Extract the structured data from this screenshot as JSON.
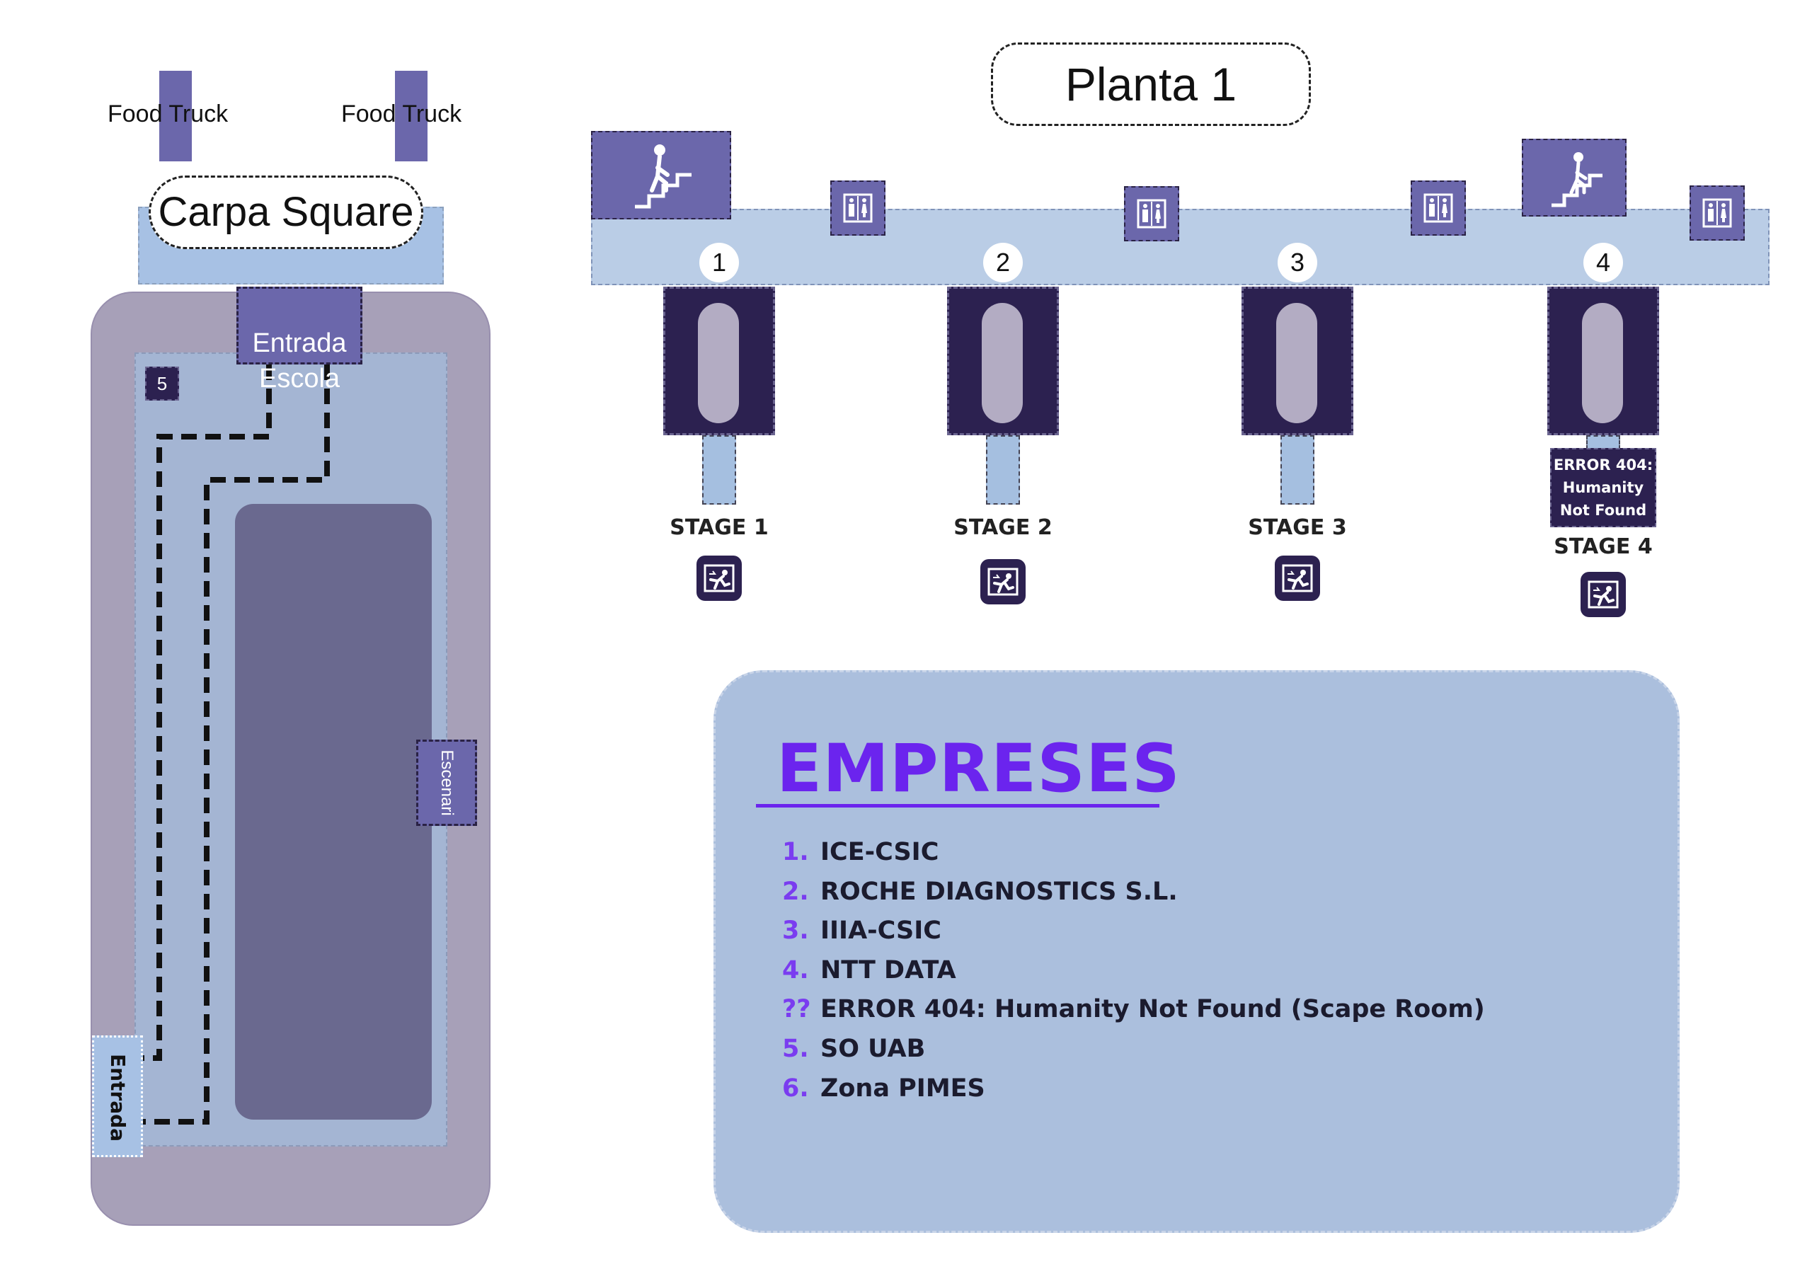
{
  "title": "Planta 1",
  "left_area": {
    "food_trucks": [
      "Food Truck",
      "Food Truck"
    ],
    "carpa": "Carpa Square",
    "entrada_escola": "Entrada\nEscola",
    "zone_number": "5",
    "escenari": "Escenari",
    "entrada": "Entrada"
  },
  "stages": [
    {
      "number": "1",
      "label": "STAGE 1"
    },
    {
      "number": "2",
      "label": "STAGE 2"
    },
    {
      "number": "3",
      "label": "STAGE 3"
    },
    {
      "number": "4",
      "label": "STAGE 4",
      "sign": "ERROR 404:\nHumanity\nNot Found"
    }
  ],
  "icons": {
    "stairs": "stairs-icon",
    "restroom": "restroom-icon",
    "exit": "emergency-exit-icon"
  },
  "companies": {
    "heading": "EMPRESES",
    "items": [
      {
        "num": "1.",
        "name": "ICE-CSIC"
      },
      {
        "num": "2.",
        "name": "ROCHE DIAGNOSTICS S.L."
      },
      {
        "num": "3.",
        "name": "IIIA-CSIC"
      },
      {
        "num": "4.",
        "name": "NTT DATA"
      },
      {
        "num": "??",
        "name": "ERROR 404: Humanity Not Found (Scape Room)"
      },
      {
        "num": "5.",
        "name": "SO UAB"
      },
      {
        "num": "6.",
        "name": "Zona PIMES"
      }
    ]
  },
  "colors": {
    "accent": "#6b24ee",
    "stage_dark": "#2c2150",
    "corridor": "#bacde6",
    "panel": "#abbfdd",
    "building": "#a7a0b8",
    "inner_floor": "#6a698f",
    "box_purple": "#6b67ab"
  }
}
